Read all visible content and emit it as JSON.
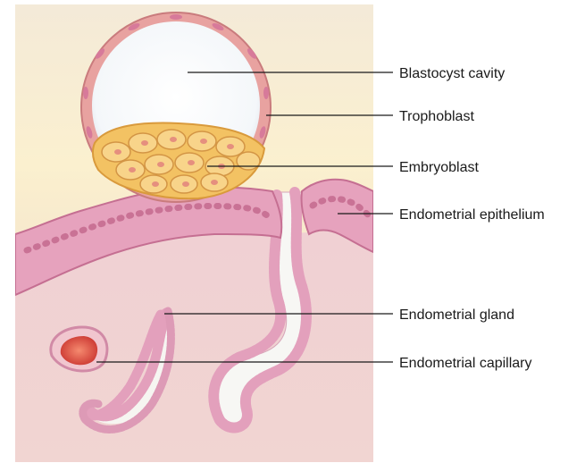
{
  "labels": {
    "blastocyst_cavity": "Blastocyst cavity",
    "trophoblast": "Trophoblast",
    "embryoblast": "Embryoblast",
    "endometrial_epithelium": "Endometrial epithelium",
    "endometrial_gland": "Endometrial gland",
    "endometrial_capillary": "Endometrial capillary"
  },
  "colors": {
    "background_top": "#fbf0cf",
    "background_bottom": "#ead3c6",
    "stroma": "#f3d6d6",
    "epithelium": "#e6a0bb",
    "epithelium_dark": "#c96f93",
    "trophoblast": "#e8a19f",
    "embryoblast": "#f2c15f",
    "capillary": "#d94a43"
  }
}
